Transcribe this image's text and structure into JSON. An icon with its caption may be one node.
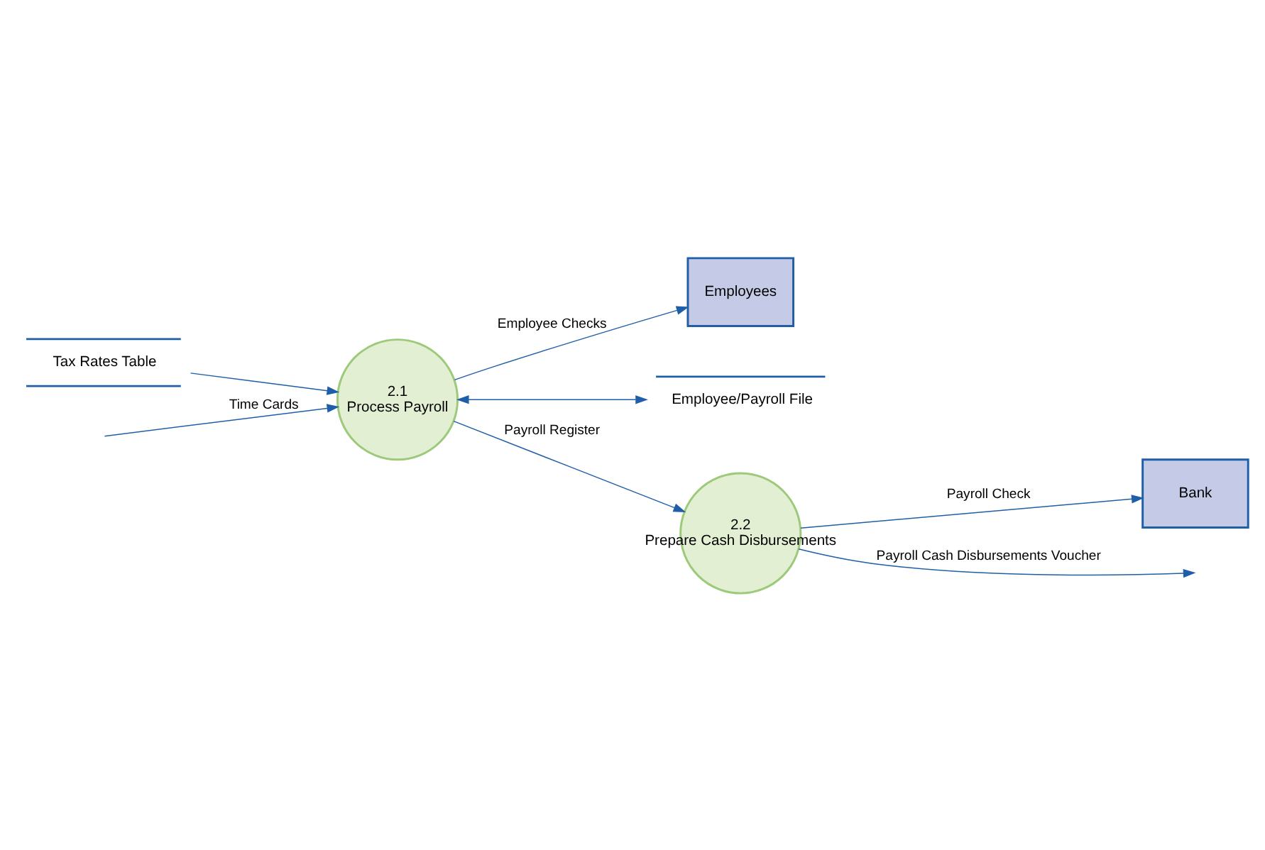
{
  "diagram": {
    "nodes": [
      {
        "text": [
          "Tax Rates Table"
        ]
      },
      {
        "text": [
          "2.1",
          "Process Payroll"
        ]
      },
      {
        "text": [
          "Employees"
        ]
      },
      {
        "text": [
          "Employee/Payroll File"
        ]
      },
      {
        "text": [
          "2.2",
          "Prepare Cash Disbursements"
        ]
      },
      {
        "text": [
          "Bank"
        ]
      }
    ],
    "edges": [
      {
        "from": null,
        "to": 1,
        "arrow": "to",
        "label": "Time Cards"
      },
      {
        "from": 0,
        "to": 1,
        "arrow": "to"
      },
      {
        "from": 1,
        "to": 2,
        "arrow": "to",
        "label": "Employee Checks"
      },
      {
        "from": 1,
        "to": 3,
        "arrow": "both"
      },
      {
        "from": 1,
        "to": 4,
        "arrow": "to",
        "label": "Payroll Register"
      },
      {
        "from": 4,
        "to": null,
        "arrow": "to",
        "label": "Payroll Cash Disbursements Voucher"
      },
      {
        "from": 4,
        "to": 5,
        "arrow": "to",
        "label": "Payroll Check"
      }
    ]
  }
}
